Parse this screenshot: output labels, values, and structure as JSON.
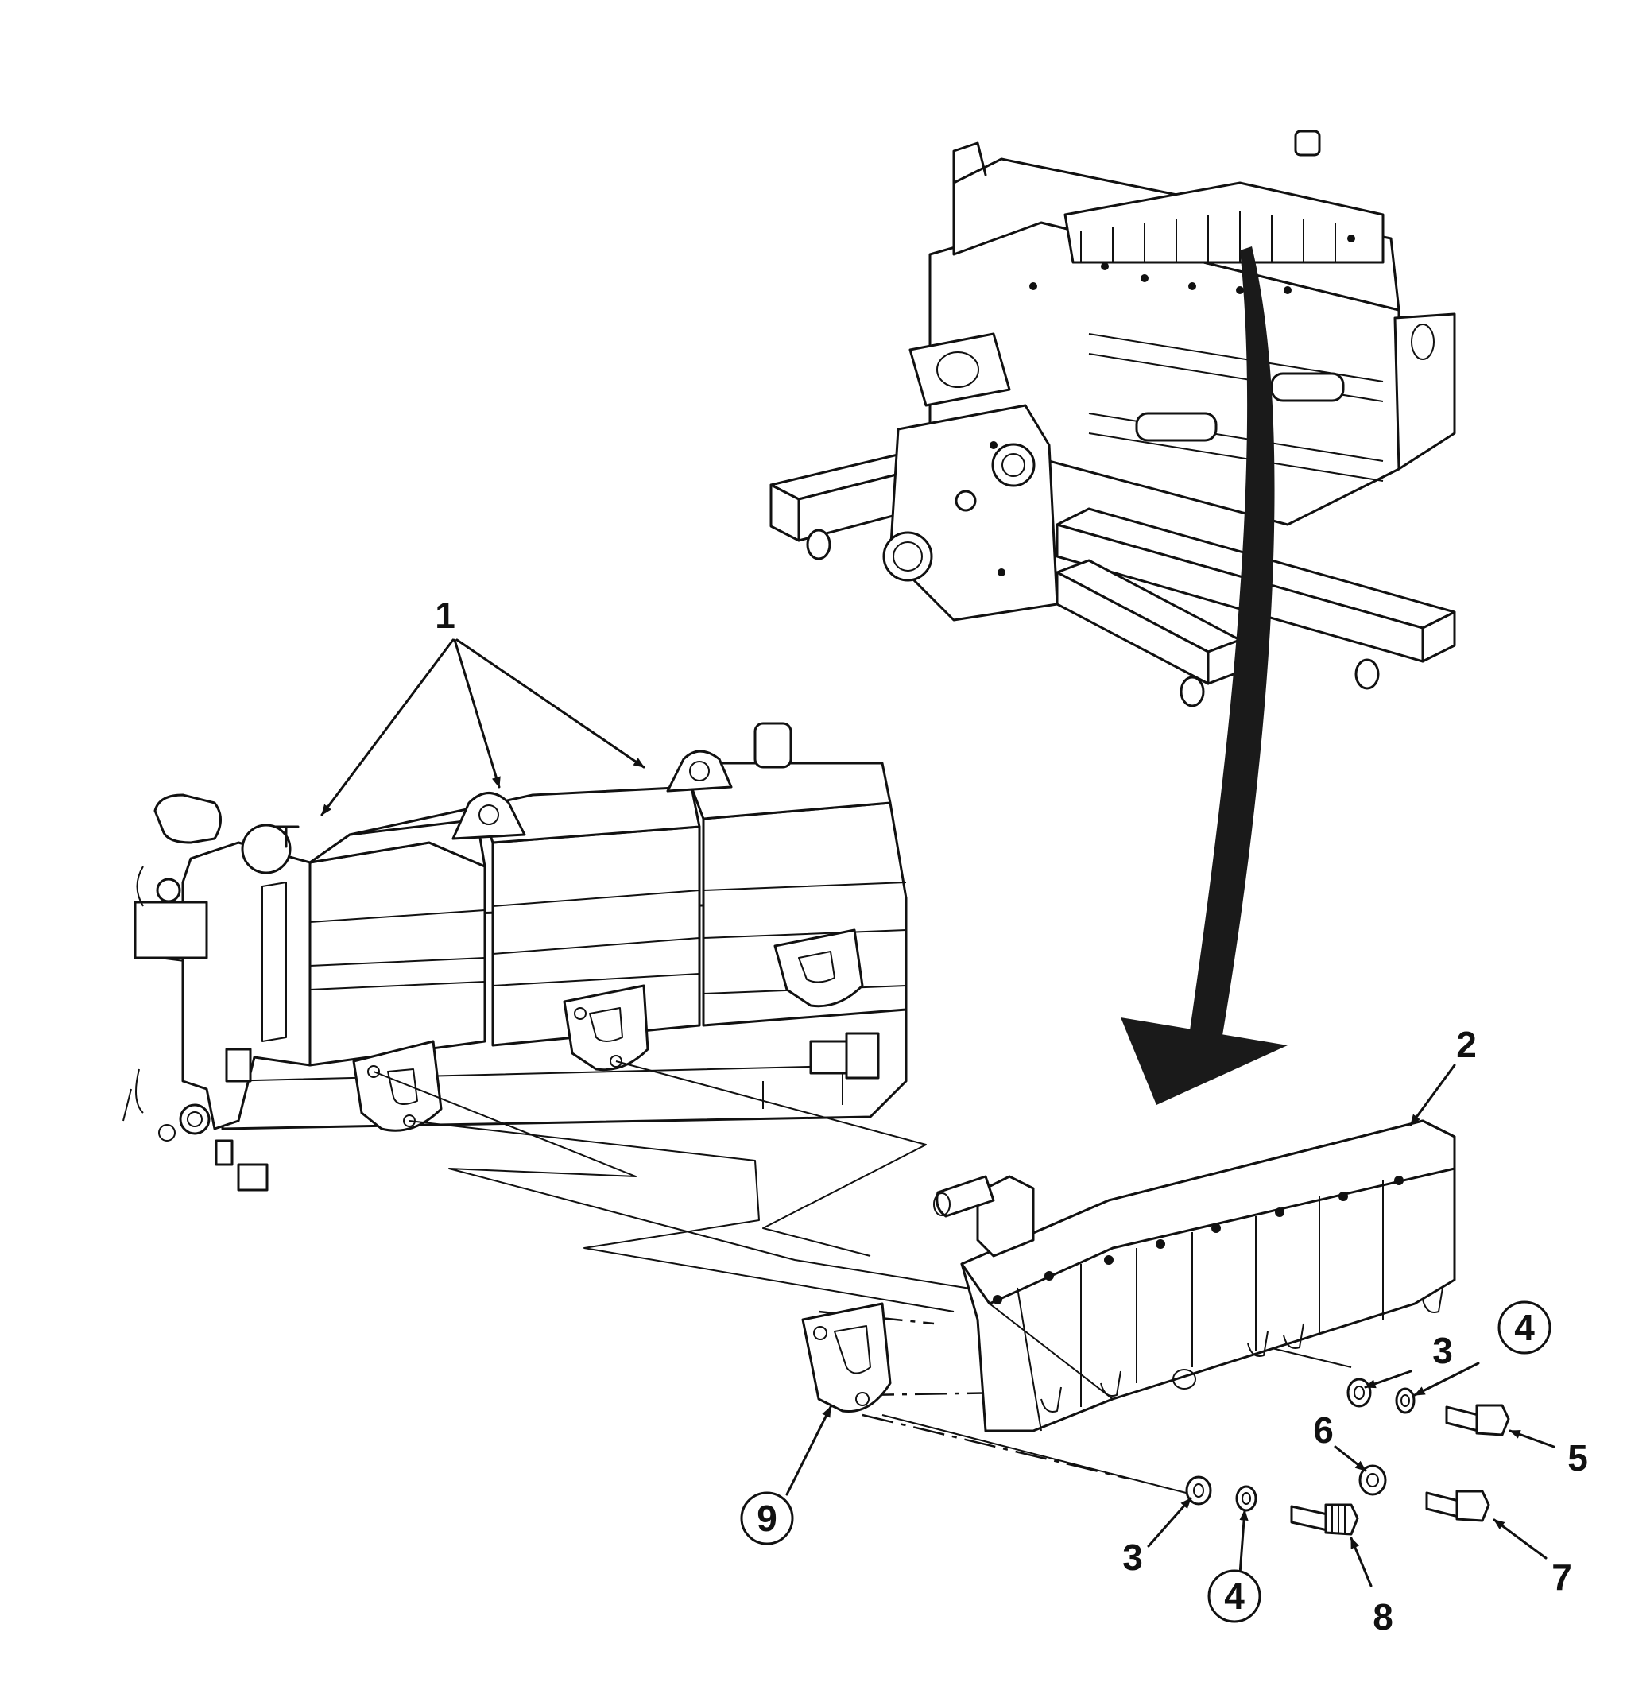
{
  "callouts": {
    "c1": "1",
    "c2": "2",
    "c3a": "3",
    "c3b": "3",
    "c4a": "4",
    "c4b": "4",
    "c5": "5",
    "c6": "6",
    "c7": "7",
    "c8": "8",
    "c9": "9"
  }
}
